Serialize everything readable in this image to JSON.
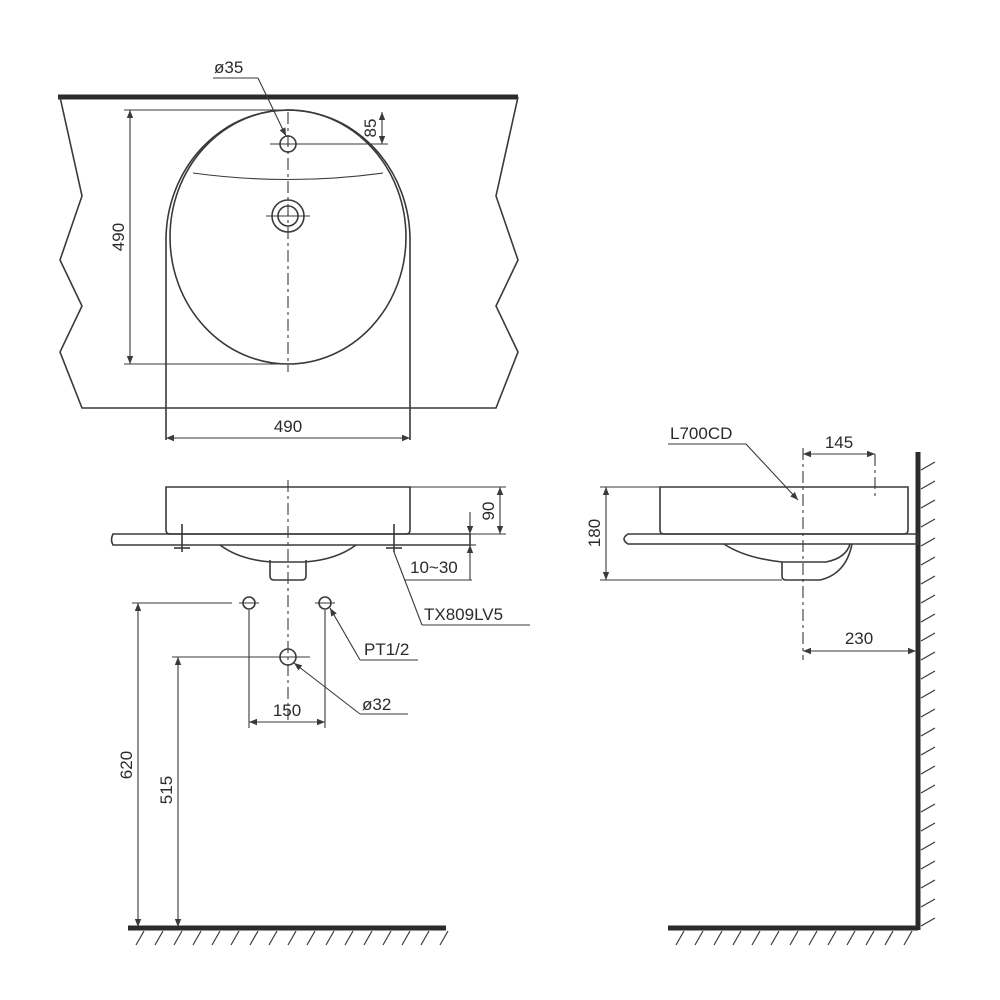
{
  "colors": {
    "line": "#3a3a3a",
    "background": "#ffffff"
  },
  "top_view": {
    "hole_diameter": "ø35",
    "hole_offset": "85",
    "depth": "490",
    "width": "490"
  },
  "front_view": {
    "height": "90",
    "counter_range": "10~30",
    "fixing_kit": "TX809LV5",
    "supply_thread": "PT1/2",
    "supply_spacing": "150",
    "drain_diameter": "ø32",
    "supply_height": "620",
    "drain_height": "515"
  },
  "side_view": {
    "model": "L700CD",
    "tap_offset": "145",
    "total_height": "180",
    "wall_distance": "230"
  }
}
